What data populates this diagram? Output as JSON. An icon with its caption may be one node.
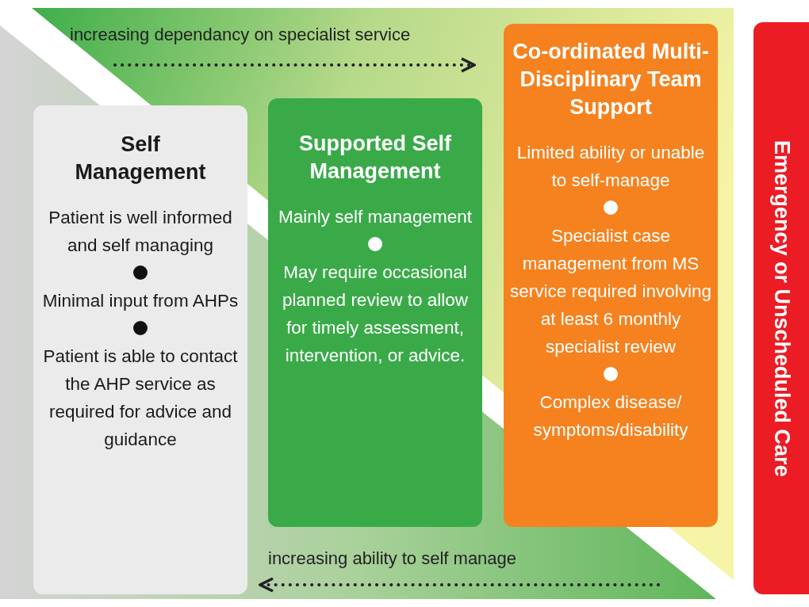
{
  "diagram": {
    "nodes": [
      {
        "text": [
          "Self Management",
          "Patient is well informed and self managing",
          "Minimal input from AHPs",
          "Patient is able to contact the AHP service as required for advice and guidance"
        ]
      },
      {
        "text": [
          "Supported Self Management",
          "Mainly self management",
          "May require occasional planned review to allow for timely assessment, intervention, or advice."
        ]
      },
      {
        "text": [
          "Co-ordinated Multi-Disciplinary Team Support",
          "Limited ability or unable to self-manage",
          "Specialist case management from MS service required involving at least 6 monthly specialist review",
          "Complex disease/ symptoms/disability"
        ]
      },
      {
        "text": [
          "Emergency or Unscheduled Care"
        ]
      }
    ],
    "edges": [],
    "labels": [
      "increasing dependancy on specialist service",
      "increasing ability to self manage"
    ]
  }
}
